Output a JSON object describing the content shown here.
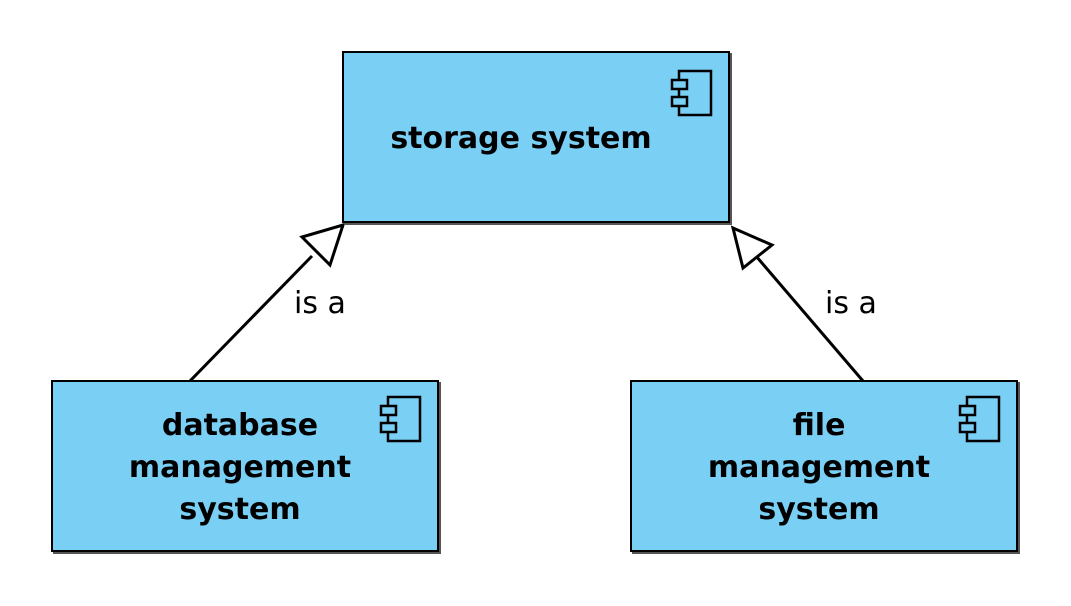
{
  "diagram": {
    "type": "uml-component",
    "colors": {
      "node_fill": "#7acff4",
      "stroke": "#000000",
      "background": "#ffffff"
    },
    "nodes": [
      {
        "id": "storage",
        "label": "storage system",
        "icon": "component-icon"
      },
      {
        "id": "dbms",
        "label": "database\nmanagement\nsystem",
        "icon": "component-icon"
      },
      {
        "id": "fms",
        "label": "file\nmanagement\nsystem",
        "icon": "component-icon"
      }
    ],
    "edges": [
      {
        "from": "dbms",
        "to": "storage",
        "label": "is a",
        "arrow": "hollow-triangle"
      },
      {
        "from": "fms",
        "to": "storage",
        "label": "is a",
        "arrow": "hollow-triangle"
      }
    ]
  }
}
